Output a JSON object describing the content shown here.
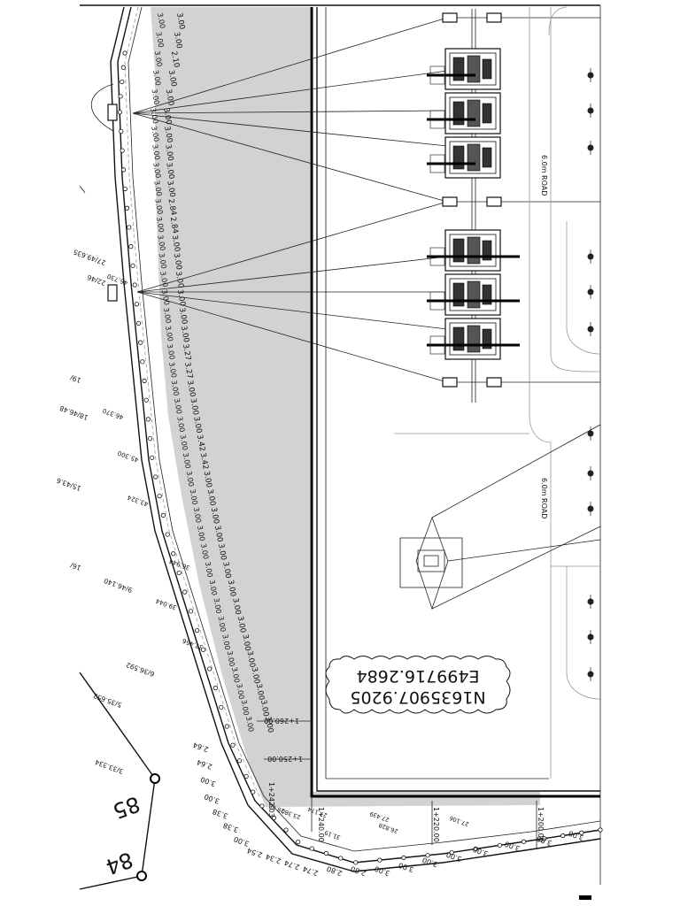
{
  "coordinates": {
    "northing": "N1635907.9205",
    "easting": "E499716.2684"
  },
  "road_labels": [
    "6.0m ROAD",
    "6.0m ROAD"
  ],
  "chainages": [
    "1+260.00",
    "1+250.00",
    "1+242.03",
    "1+240.00",
    "1+220.00",
    "1+200.00"
  ],
  "markers": [
    "85",
    "84"
  ],
  "width_labels_outer": [
    "3.00",
    "3.00",
    "2.10",
    "3.00",
    "3.00",
    "3.00",
    "3.00",
    "3.00",
    "3.00",
    "3.00",
    "2.84",
    "2.84",
    "3.00",
    "3.00",
    "3.00",
    "3.00",
    "3.00",
    "3.00",
    "3.27",
    "3.27",
    "3.00",
    "3.00",
    "3.00",
    "3.42",
    "3.42",
    "3.00",
    "3.00",
    "3.00",
    "3.00",
    "3.00",
    "3.00",
    "3.00",
    "3.00",
    "3.00",
    "3.00",
    "3.00",
    "3.00",
    "3.00",
    "3.00",
    "3.00"
  ],
  "width_labels_inner": [
    "3.00",
    "3.00",
    "3.00",
    "3.00",
    "3.00",
    "3.00",
    "3.00",
    "3.00",
    "3.00",
    "3.00",
    "3.00",
    "3.00",
    "3.00",
    "3.00",
    "3.00",
    "3.00",
    "3.00",
    "3.00",
    "3.00",
    "3.00",
    "3.00",
    "3.00",
    "3.00",
    "3.00",
    "3.00",
    "3.00",
    "3.00",
    "3.00",
    "3.00",
    "3.00",
    "3.00",
    "3.00",
    "3.00",
    "3.00",
    "3.00",
    "3.00",
    "3.00",
    "3.00",
    "3.00",
    "3.00"
  ],
  "bottom_widths": [
    "2.64",
    "2.64",
    "3.00",
    "3.00",
    "3.38",
    "3.38",
    "3.00",
    "2.54",
    "2.34",
    "2.74",
    "2.74",
    "2.80",
    "2.80",
    "3.00",
    "3.00",
    "3.00",
    "3.00",
    "3.00",
    "3.00",
    "3.00",
    "3.00"
  ],
  "left_elevations": [
    "27/49.635",
    "22/46",
    "19/",
    "18/46.48",
    "15/43.6",
    "16/",
    "9/46.140",
    "6/36.592",
    "5/35.652",
    "3/33.334"
  ],
  "left_elevations_mid": [
    "46.730",
    "46.370",
    "45.300",
    "43.324",
    "39.044",
    "37.456",
    "36.944"
  ],
  "bottom_marks": [
    "31.19",
    "27.174",
    "27.439",
    "26.828",
    "23.380",
    "27.106",
    "28.66"
  ],
  "equipment_count": 6
}
